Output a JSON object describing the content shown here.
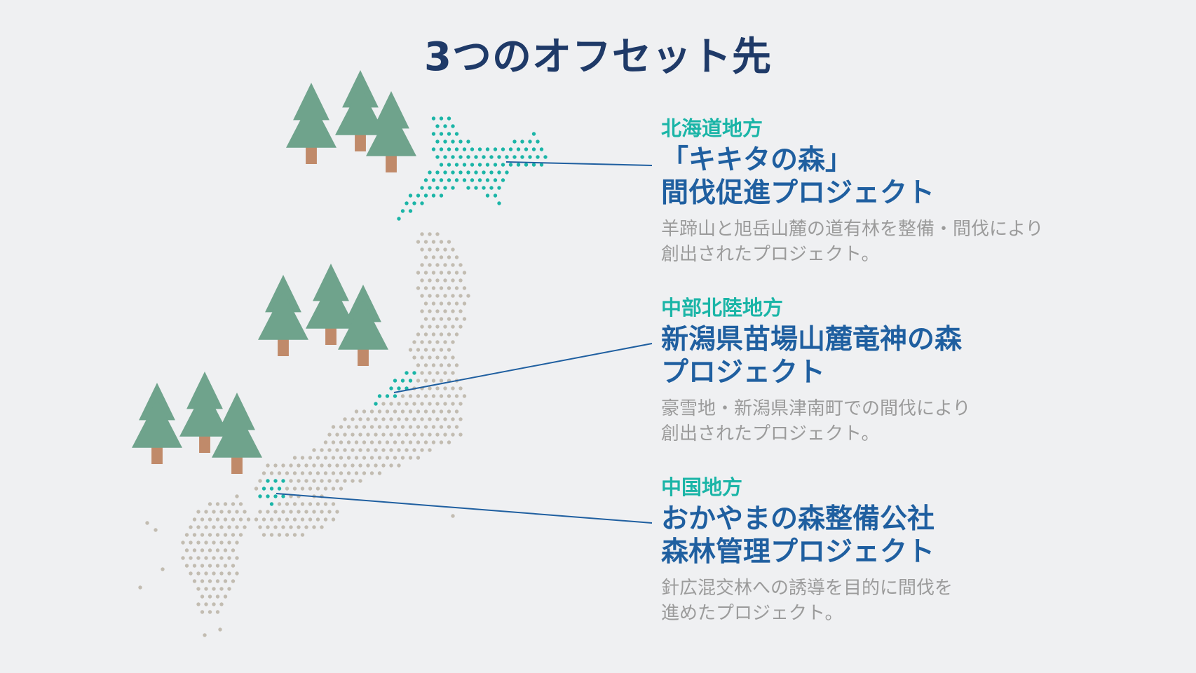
{
  "title": "3つのオフセット先",
  "offsets": [
    {
      "region": "北海道地方",
      "project_line1": "「キキタの森」",
      "project_line2": "間伐促進プロジェクト",
      "desc_line1": "羊蹄山と旭岳山麓の道有林を整備・間伐により",
      "desc_line2": "創出されたプロジェクト。"
    },
    {
      "region": "中部北陸地方",
      "project_line1": "新潟県苗場山麓竜神の森",
      "project_line2": "プロジェクト",
      "desc_line1": "豪雪地・新潟県津南町での間伐により",
      "desc_line2": "創出されたプロジェクト。"
    },
    {
      "region": "中国地方",
      "project_line1": "おかやまの森整備公社",
      "project_line2": "森林管理プロジェクト",
      "desc_line1": "針広混交林への誘導を目的に間伐を",
      "desc_line2": "進めたプロジェクト。"
    }
  ],
  "colors": {
    "background": "#eff0f2",
    "title": "#1f3a68",
    "region_label": "#1bb5a7",
    "project_name": "#1f5fa0",
    "description": "#9b9b9b",
    "map_dot": "#c2bcb1",
    "highlight_dot": "#1bb5a7",
    "leader_line": "#1f5fa0",
    "tree_canopy": "#6fa38c",
    "tree_trunk": "#c08a6a"
  },
  "icons": [
    "tree-icon",
    "japan-dot-map"
  ]
}
